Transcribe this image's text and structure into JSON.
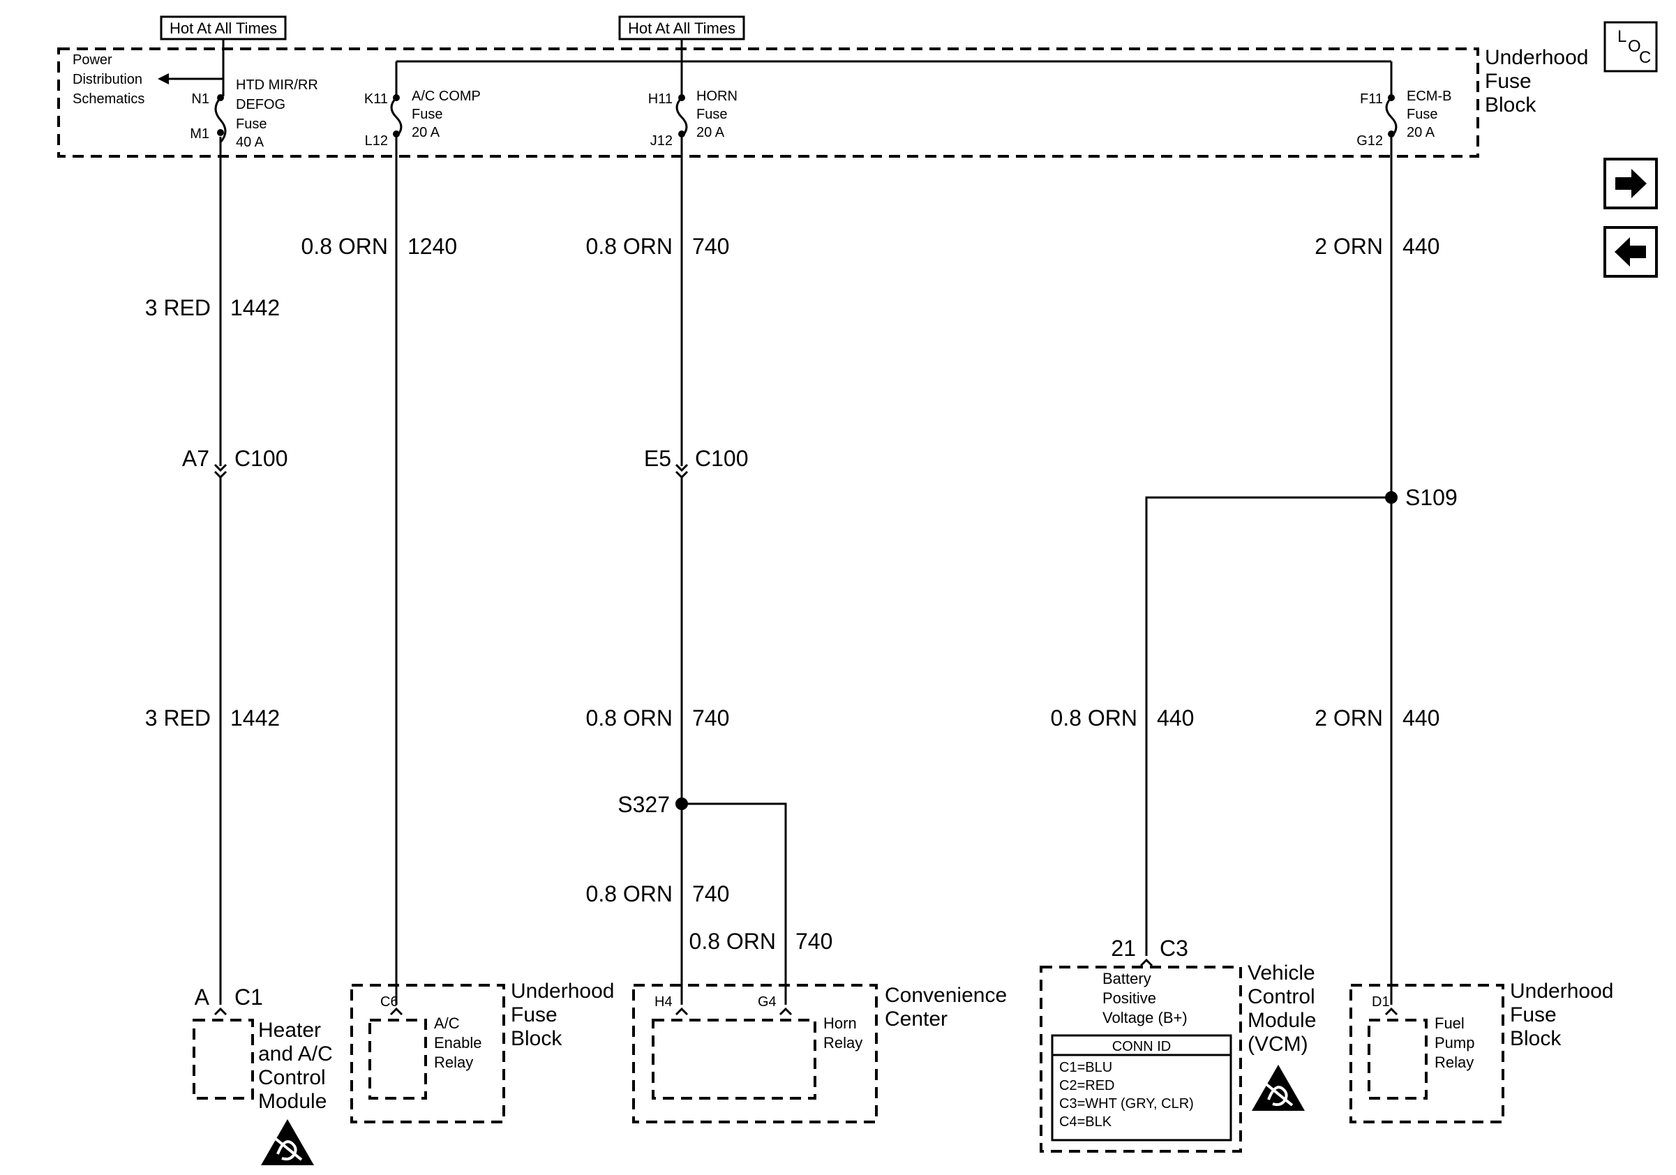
{
  "hot_labels": [
    "Hot At All Times",
    "Hot At All Times"
  ],
  "nav": {
    "loc_l": "L",
    "loc_o": "O",
    "loc_c": "C",
    "next_icon": "arrow-right-icon",
    "prev_icon": "arrow-left-icon"
  },
  "top_block": {
    "line1": "Underhood",
    "line2": "Fuse",
    "line3": "Block"
  },
  "power_dist": {
    "line1": "Power",
    "line2": "Distribution",
    "line3": "Schematics"
  },
  "fuses": [
    {
      "in_pin": "N1",
      "out_pin": "M1",
      "name1": "HTD MIR/RR",
      "name2": "DEFOG",
      "name3": "Fuse",
      "amp": "40 A"
    },
    {
      "in_pin": "K11",
      "out_pin": "L12",
      "name1": "A/C COMP",
      "name2": "Fuse",
      "amp": "20 A"
    },
    {
      "in_pin": "H11",
      "out_pin": "J12",
      "name1": "HORN",
      "name2": "Fuse",
      "amp": "20 A"
    },
    {
      "in_pin": "F11",
      "out_pin": "G12",
      "name1": "ECM-B",
      "name2": "Fuse",
      "amp": "20 A"
    }
  ],
  "wire_labels": [
    {
      "spec": "3 RED",
      "circuit": "1442"
    },
    {
      "spec": "0.8 ORN",
      "circuit": "1240"
    },
    {
      "spec": "0.8 ORN",
      "circuit": "740"
    },
    {
      "spec": "2 ORN",
      "circuit": "440"
    },
    {
      "spec": "3 RED",
      "circuit": "1442"
    },
    {
      "spec": "0.8 ORN",
      "circuit": "740"
    },
    {
      "spec": "0.8 ORN",
      "circuit": "440"
    },
    {
      "spec": "2 ORN",
      "circuit": "440"
    },
    {
      "spec": "0.8 ORN",
      "circuit": "740"
    },
    {
      "spec": "0.8 ORN",
      "circuit": "740"
    }
  ],
  "connectors": [
    {
      "pin": "A7",
      "name": "C100"
    },
    {
      "pin": "E5",
      "name": "C100"
    },
    {
      "pin": "A",
      "name": "C1"
    },
    {
      "pin": "21",
      "name": "C3"
    }
  ],
  "splices": [
    "S109",
    "S327"
  ],
  "components": {
    "heater": {
      "pin": "",
      "line1": "Heater",
      "line2": "and A/C",
      "line3": "Control",
      "line4": "Module"
    },
    "ac_relay": {
      "pin": "C6",
      "inner1": "A/C",
      "inner2": "Enable",
      "inner3": "Relay",
      "outer1": "Underhood",
      "outer2": "Fuse",
      "outer3": "Block"
    },
    "conv_center": {
      "pin1": "H4",
      "pin2": "G4",
      "inner1": "Horn",
      "inner2": "Relay",
      "outer1": "Convenience",
      "outer2": "Center"
    },
    "vcm": {
      "inner1": "Battery",
      "inner2": "Positive",
      "inner3": "Voltage (B+)",
      "outer1": "Vehicle",
      "outer2": "Control",
      "outer3": "Module",
      "outer4": "(VCM)",
      "conn_title": "CONN ID",
      "conn_lines": [
        "C1=BLU",
        "C2=RED",
        "C3=WHT (GRY, CLR)",
        "C4=BLK"
      ]
    },
    "fuel_relay": {
      "pin": "D1",
      "inner1": "Fuel",
      "inner2": "Pump",
      "inner3": "Relay",
      "outer1": "Underhood",
      "outer2": "Fuse",
      "outer3": "Block"
    }
  },
  "esd_icon": "esd-sensitive-icon"
}
